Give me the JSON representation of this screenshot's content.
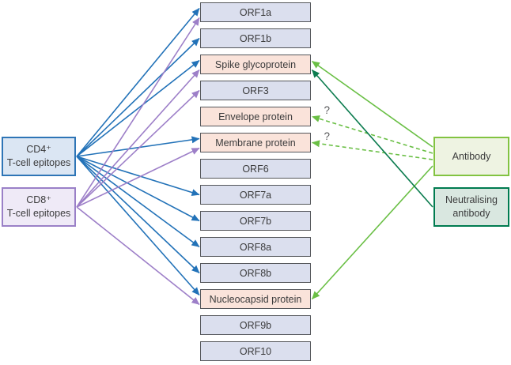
{
  "colors": {
    "blue": "#2272b8",
    "purple": "#9d7fc8",
    "green": "#6abf45",
    "dark_green": "#0c7c4f",
    "cd4_fill": "#dbe6f3",
    "cd4_border": "#2e75b6",
    "cd8_fill": "#efeaf7",
    "cd8_border": "#9a80c7",
    "protein_fill": "#dbdfee",
    "protein_highlight_fill": "#fae3da",
    "protein_border": "#54565a",
    "antibody_fill": "#eef3e2",
    "antibody_border": "#82c341",
    "neutralising_fill": "#d9e7e0",
    "neutralising_border": "#007b50",
    "text": "#3b3b3c"
  },
  "left_nodes": {
    "cd4": {
      "line1": "CD4⁺",
      "line2": "T-cell epitopes"
    },
    "cd8": {
      "line1": "CD8⁺",
      "line2": "T-cell epitopes"
    }
  },
  "right_nodes": {
    "antibody": {
      "label": "Antibody"
    },
    "neutralising": {
      "label": "Neutralising antibody"
    }
  },
  "proteins": [
    {
      "id": "orf1a",
      "label": "ORF1a",
      "highlight": false
    },
    {
      "id": "orf1b",
      "label": "ORF1b",
      "highlight": false
    },
    {
      "id": "spike",
      "label": "Spike glycoprotein",
      "highlight": true
    },
    {
      "id": "orf3",
      "label": "ORF3",
      "highlight": false
    },
    {
      "id": "envelope",
      "label": "Envelope protein",
      "highlight": true
    },
    {
      "id": "membrane",
      "label": "Membrane protein",
      "highlight": true
    },
    {
      "id": "orf6",
      "label": "ORF6",
      "highlight": false
    },
    {
      "id": "orf7a",
      "label": "ORF7a",
      "highlight": false
    },
    {
      "id": "orf7b",
      "label": "ORF7b",
      "highlight": false
    },
    {
      "id": "orf8a",
      "label": "ORF8a",
      "highlight": false
    },
    {
      "id": "orf8b",
      "label": "ORF8b",
      "highlight": false
    },
    {
      "id": "nucleocapsid",
      "label": "Nucleocapsid protein",
      "highlight": true
    },
    {
      "id": "orf9b",
      "label": "ORF9b",
      "highlight": false
    },
    {
      "id": "orf10",
      "label": "ORF10",
      "highlight": false
    }
  ],
  "arrows": {
    "cd4": {
      "color": "blue",
      "style": "solid",
      "targets": [
        "orf1a",
        "orf1b",
        "spike",
        "membrane",
        "orf7a",
        "orf7b",
        "orf8a",
        "orf8b",
        "nucleocapsid"
      ]
    },
    "cd8": {
      "color": "purple",
      "style": "solid",
      "targets": [
        "orf1a",
        "spike",
        "orf3",
        "membrane",
        "nucleocapsid"
      ]
    },
    "antibody": {
      "color": "green",
      "targets": [
        {
          "id": "spike",
          "style": "solid"
        },
        {
          "id": "envelope",
          "style": "dashed",
          "label": "?"
        },
        {
          "id": "membrane",
          "style": "dashed",
          "label": "?"
        },
        {
          "id": "nucleocapsid",
          "style": "solid"
        }
      ]
    },
    "neutralising": {
      "color": "dark_green",
      "targets": [
        {
          "id": "spike",
          "style": "solid"
        }
      ]
    }
  }
}
